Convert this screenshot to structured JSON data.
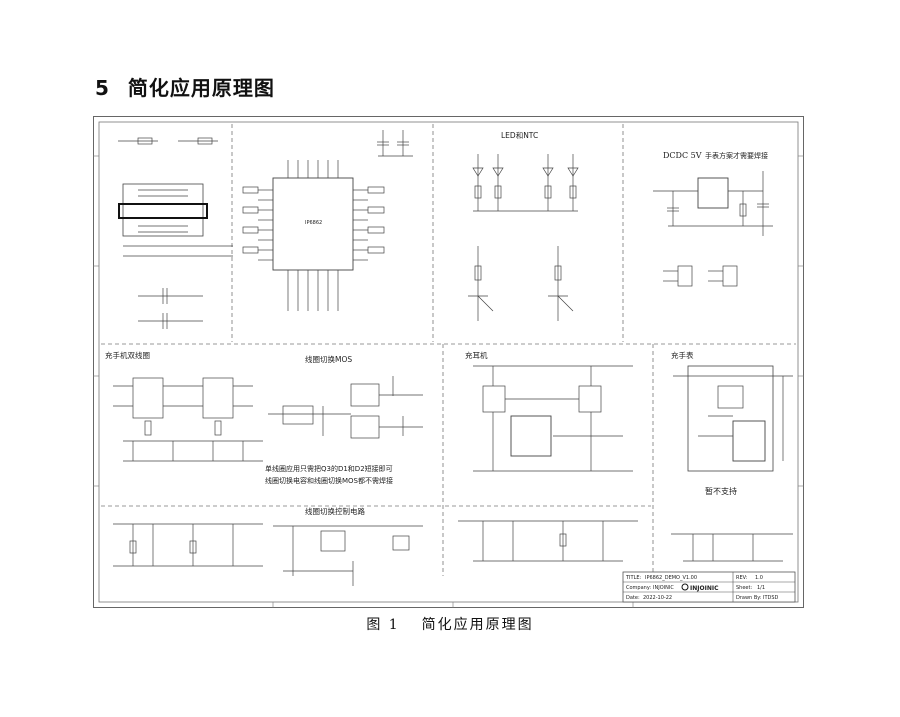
{
  "page": {
    "section_number": "5",
    "section_title": "简化应用原理图",
    "figure_label": "图 1",
    "figure_title": "简化应用原理图"
  },
  "schematic": {
    "blocks": {
      "led_ntc": "LED和NTC",
      "dcdc": "DCDC 5V",
      "dcdc_note": "手表方案才需要焊接",
      "charger_coil": "充手机双线圈",
      "coil_switch_mos": "线圈切换MOS",
      "coil_note_1": "单线圈应用只需把Q3的D1和D2短接即可",
      "coil_note_2": "线圈切换电容和线圈切换MOS都不需焊接",
      "coil_control": "线圈切换控制电路",
      "earphone": "充耳机",
      "watch": "充手表",
      "not_supported": "暂不支持"
    },
    "chip_label": "IP6862",
    "title_block": {
      "title_key": "TITLE:",
      "title_value": "IP6862_DEMO_V1.00",
      "rev_key": "REV:",
      "rev_value": "1.0",
      "company_key": "Company:",
      "company_value": "INJOINIC",
      "sheet_key": "Sheet:",
      "sheet_value": "1/1",
      "date_key": "Date:",
      "date_value": "2022-10-22",
      "drawn_key": "Drawn By:",
      "drawn_value": "ITDSD",
      "logo_text": "INJOINIC"
    },
    "colors": {
      "line": "#444444",
      "border": "#666666",
      "dash": "#777777"
    }
  }
}
